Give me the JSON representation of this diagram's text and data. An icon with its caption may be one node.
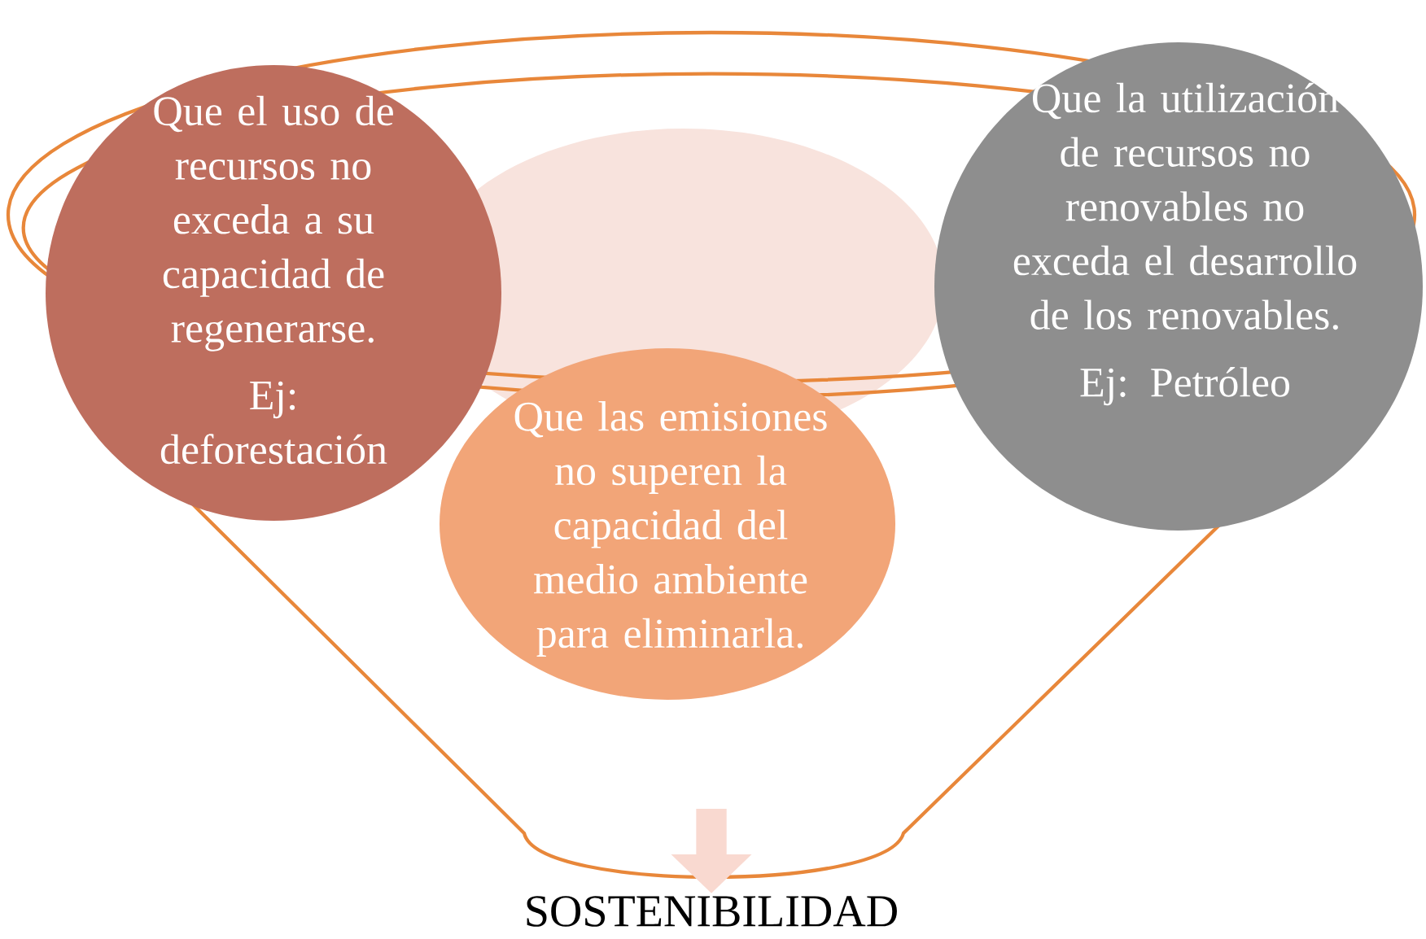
{
  "diagram": {
    "nodes": [
      {
        "text": [
          "Que el uso de recursos no exceda a su capacidad de regenerarse.",
          "Ej: deforestación"
        ]
      },
      {
        "text": [
          "Que la utilización de recursos no renovables no exceda el desarrollo de los renovables.",
          "Ej: Petróleo"
        ]
      },
      {
        "text": [
          "Que las emisiones no superen la capacidad del medio ambiente para eliminarla."
        ]
      },
      {
        "text": [
          "SOSTENIBILIDAD"
        ]
      }
    ],
    "edges": [
      {
        "from": null,
        "to": 3,
        "arrow": "to"
      }
    ]
  }
}
